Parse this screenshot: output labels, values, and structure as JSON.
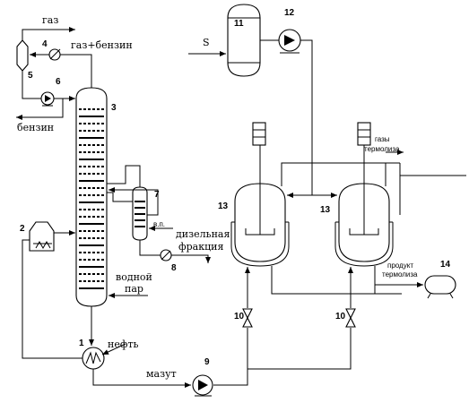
{
  "equipment_numbers": [
    "1",
    "2",
    "3",
    "4",
    "5",
    "6",
    "7",
    "8",
    "9",
    "10",
    "10",
    "11",
    "12",
    "13",
    "13",
    "14"
  ],
  "streams": {
    "gas": "газ",
    "gas_gasoline": "газ+бензин",
    "gasoline": "бензин",
    "feed_s": "S",
    "vp": "в.п.",
    "diesel_line1": "дизельная",
    "diesel_line2": "фракция",
    "steam_line1": "водной",
    "steam_line2": "пар",
    "oil": "нефть",
    "fuel_oil": "мазут",
    "thermolysis_gases_line1": "газы",
    "thermolysis_gases_line2": "термолиза",
    "thermolysis_product_line1": "продукт",
    "thermolysis_product_line2": "термолиза"
  }
}
